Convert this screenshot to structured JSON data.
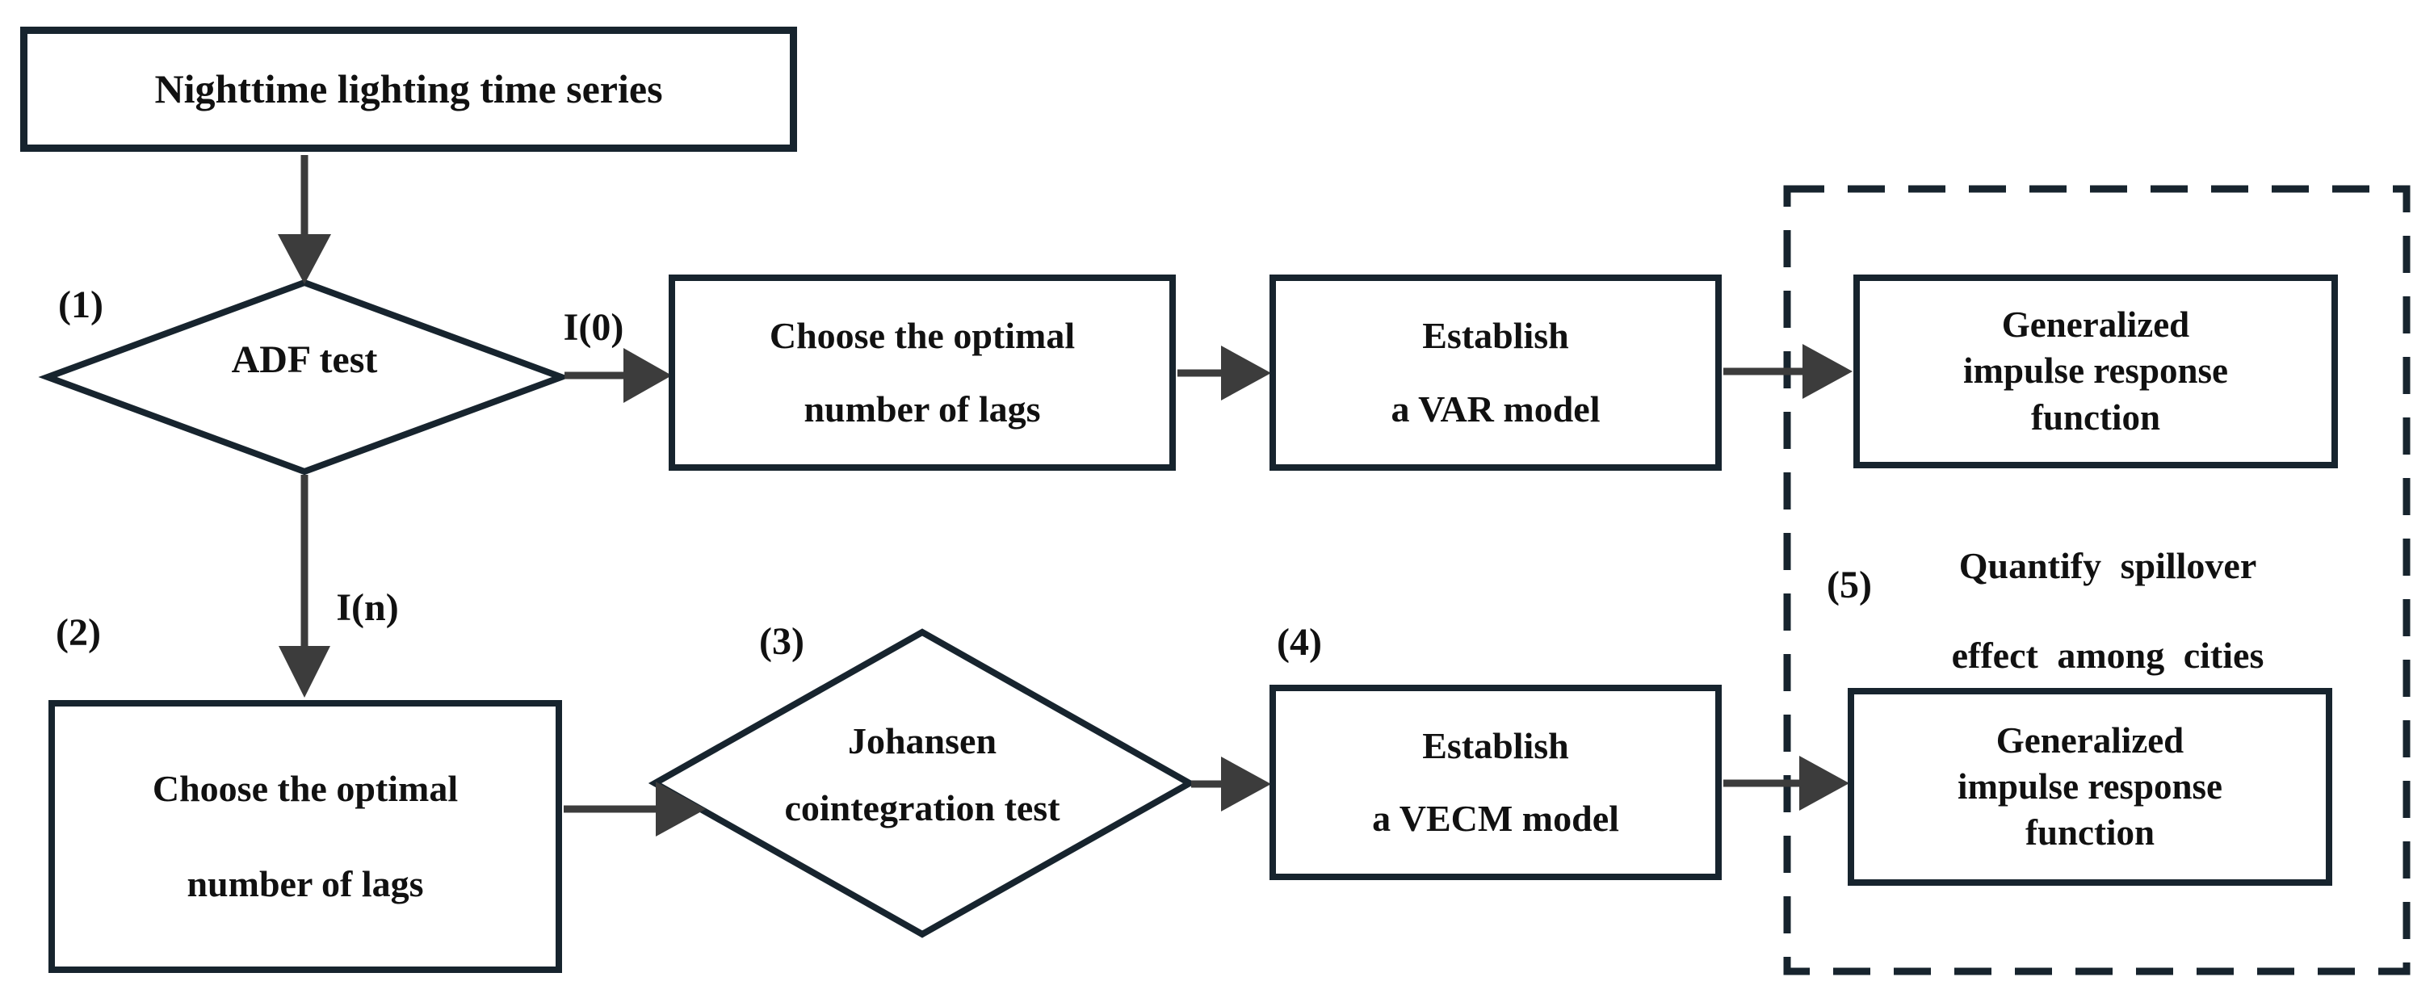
{
  "flowchart": {
    "source_box": "Nighttime lighting time series",
    "step_labels": {
      "s1": "(1)",
      "s2": "(2)",
      "s3": "(3)",
      "s4": "(4)",
      "s5": "(5)"
    },
    "adf_diamond": "ADF test",
    "branch_stationary": "I(0)",
    "branch_integrated": "I(n)",
    "lags_top": [
      "Choose the optimal",
      "number of lags"
    ],
    "var_box": [
      "Establish",
      "a VAR model"
    ],
    "girf_top": [
      "Generalized",
      "impulse response",
      "function"
    ],
    "lags_bottom": [
      "Choose the optimal",
      "number of lags"
    ],
    "johansen_diamond": [
      "Johansen",
      "cointegration test"
    ],
    "vecm_box": [
      "Establish",
      "a VECM model"
    ],
    "girf_bottom": [
      "Generalized",
      "impulse response",
      "function"
    ],
    "spillover_note": [
      "Quantify spillover",
      "effect among cities"
    ],
    "colors": {
      "outline": "#17242e",
      "arrow": "#3c3c3c",
      "text": "#111111",
      "background": "#ffffff"
    }
  }
}
